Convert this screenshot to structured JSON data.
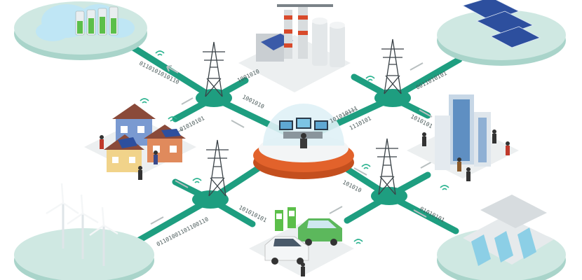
{
  "binary_labels": [
    {
      "id": "cloud",
      "text": "0110101010110"
    },
    {
      "id": "factory-a",
      "text": "1001010"
    },
    {
      "id": "factory-b",
      "text": "1001010"
    },
    {
      "id": "solar",
      "text": "0011010101"
    },
    {
      "id": "homes",
      "text": "01010101"
    },
    {
      "id": "tower-ne-a",
      "text": "1110101"
    },
    {
      "id": "tower-ne-b",
      "text": "101010111"
    },
    {
      "id": "office",
      "text": "1010101"
    },
    {
      "id": "tower-se",
      "text": "101010"
    },
    {
      "id": "dam",
      "text": "01010101"
    },
    {
      "id": "ev-a",
      "text": "101010101"
    },
    {
      "id": "ev-b",
      "text": "01101001101100110"
    }
  ],
  "colors": {
    "road": "#1e9e80",
    "road_dark": "#15806a",
    "node": "#1e9e80",
    "island": "#cfe8e2",
    "island_side": "#a9d4ca",
    "platform": "#eceff0",
    "center_base": "#e2622b",
    "dome": "#dff1f6"
  }
}
